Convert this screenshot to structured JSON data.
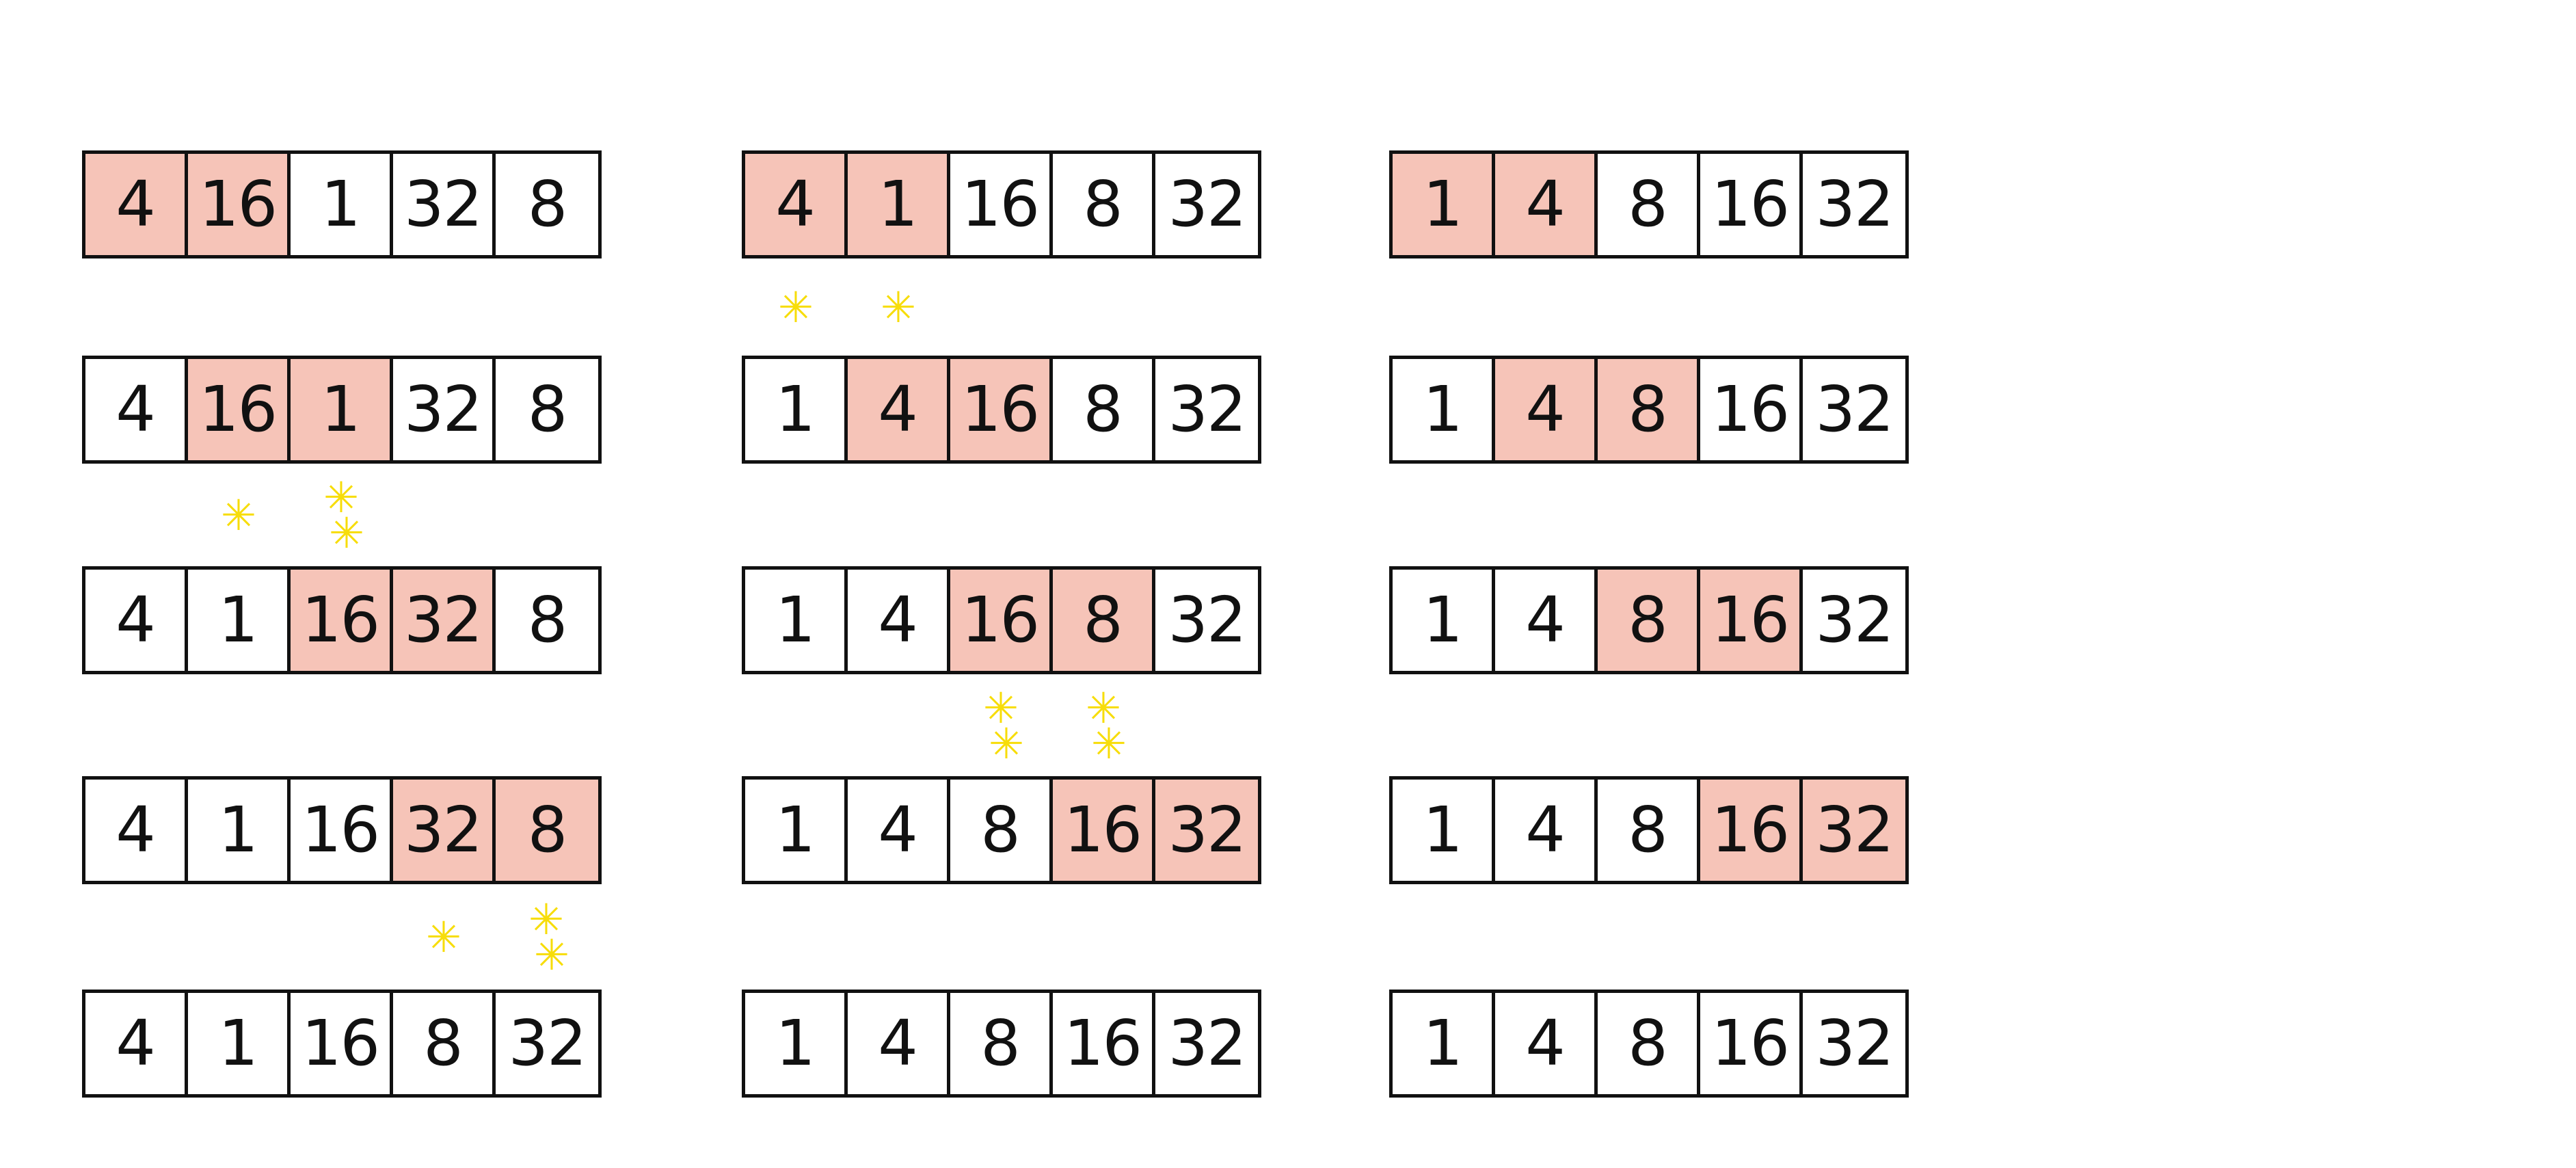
{
  "colors": {
    "highlight": "#f6c4b8",
    "swap_mark": "#f7dd0a",
    "outline": "#111111"
  },
  "passes": [
    {
      "steps": [
        {
          "cells": [
            "4",
            "16",
            "1",
            "32",
            "8"
          ],
          "highlight": [
            0,
            1
          ]
        },
        {
          "cells": [
            "4",
            "16",
            "1",
            "32",
            "8"
          ],
          "highlight": [
            1,
            2
          ]
        },
        {
          "cells": [
            "4",
            "1",
            "16",
            "32",
            "8"
          ],
          "highlight": [
            2,
            3
          ]
        },
        {
          "cells": [
            "4",
            "1",
            "16",
            "32",
            "8"
          ],
          "highlight": [
            3,
            4
          ]
        },
        {
          "cells": [
            "4",
            "1",
            "16",
            "8",
            "32"
          ],
          "highlight": []
        }
      ]
    },
    {
      "steps": [
        {
          "cells": [
            "4",
            "1",
            "16",
            "8",
            "32"
          ],
          "highlight": [
            0,
            1
          ]
        },
        {
          "cells": [
            "1",
            "4",
            "16",
            "8",
            "32"
          ],
          "highlight": [
            1,
            2
          ]
        },
        {
          "cells": [
            "1",
            "4",
            "16",
            "8",
            "32"
          ],
          "highlight": [
            2,
            3
          ]
        },
        {
          "cells": [
            "1",
            "4",
            "8",
            "16",
            "32"
          ],
          "highlight": [
            3,
            4
          ]
        },
        {
          "cells": [
            "1",
            "4",
            "8",
            "16",
            "32"
          ],
          "highlight": []
        }
      ]
    },
    {
      "steps": [
        {
          "cells": [
            "1",
            "4",
            "8",
            "16",
            "32"
          ],
          "highlight": [
            0,
            1
          ]
        },
        {
          "cells": [
            "1",
            "4",
            "8",
            "16",
            "32"
          ],
          "highlight": [
            1,
            2
          ]
        },
        {
          "cells": [
            "1",
            "4",
            "8",
            "16",
            "32"
          ],
          "highlight": [
            2,
            3
          ]
        },
        {
          "cells": [
            "1",
            "4",
            "8",
            "16",
            "32"
          ],
          "highlight": [
            3,
            4
          ]
        },
        {
          "cells": [
            "1",
            "4",
            "8",
            "16",
            "32"
          ],
          "highlight": []
        }
      ]
    }
  ],
  "swap_marks": [
    {
      "pass": 0,
      "after_step": 1,
      "cells": [
        1,
        2
      ]
    },
    {
      "pass": 0,
      "after_step": 3,
      "cells": [
        3,
        4
      ]
    },
    {
      "pass": 1,
      "after_step": 0,
      "cells": [
        0,
        1
      ]
    },
    {
      "pass": 1,
      "after_step": 2,
      "cells": [
        2,
        3
      ]
    }
  ]
}
